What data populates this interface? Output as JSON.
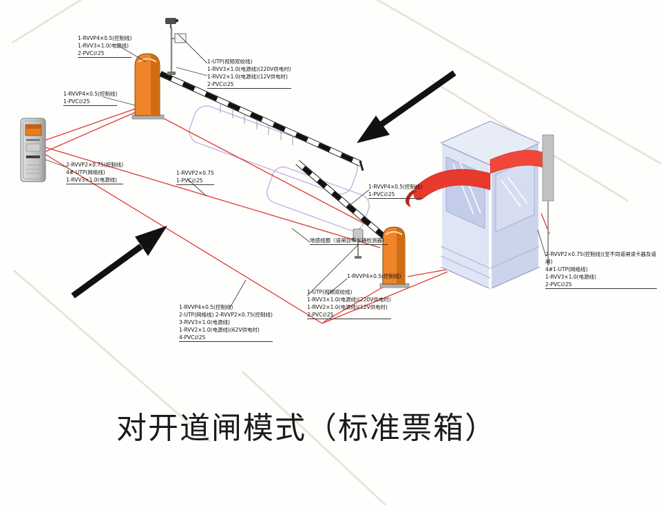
{
  "title": "对开道闸模式（标准票箱）",
  "colors": {
    "barrier_orange": "#f08428",
    "barrier_orange_dark": "#d06d14",
    "wire_red": "#e0342b",
    "booth_blue": "#dfe5f4",
    "booth_glass": "#c3cdea",
    "ribbon_red": "#e8392e",
    "loop_purple": "#c9b4e6",
    "arrow_black": "#111111"
  },
  "labels": {
    "barrier1_cables": [
      "1-RVVP4×0.5(控制线)",
      "1-RVV3×1.0(电源线)",
      "2-PVC∅25"
    ],
    "ticket_to_barrier1": [
      "1-RVVP4×0.5(控制线)",
      "1-PVC∅25"
    ],
    "camera1_cables": [
      "1-UTP(视频双绞线)",
      "1-RVV3×1.0(电源线)(220V供电时)",
      "1-RVV2×1.0(电源线)(12V供电时)",
      "2-PVC∅25"
    ],
    "ticket_box_cables": [
      "2-RVVP2×0.75(控制线)",
      "4#-UTP(网络线)",
      "1-RVV3×1.0(电源线)"
    ],
    "loop_feed": [
      "1-RVVP2×0.75",
      "1-PVC∅25"
    ],
    "barrier2_control": [
      "1-RVVP4×0.5(控制线)",
      "1-PVC∅25"
    ],
    "ground_loop": "地感线圈（道闸自带车辆检测器）",
    "barrier2_control2": [
      "1-RVVP4×0.5(控制线)"
    ],
    "camera2_cables": [
      "1-UTP(视频双绞线)",
      "1-RVV3×1.0(电源线)(220V供电时)",
      "1-RVV2×1.0(电源线)(12V供电时)",
      "2-PVC∅25"
    ],
    "trunk_cables": [
      "1-RVVP4×0.5(控制线)",
      "2-UTP(网络线) 2-RVVP2×0.75(控制线)",
      "3-RVV3×1.0(电源线)",
      "1-RVV2×1.0(电源线)(62V供电时)",
      "4-PVC∅25"
    ],
    "booth_cables": [
      "2-RVVP2×0.75(控制线)(至不同道闸读卡器及道闸)",
      "4#1-UTP(网络线)",
      "1-RVV3×1.0(电源线)",
      "2-PVC∅25"
    ]
  }
}
